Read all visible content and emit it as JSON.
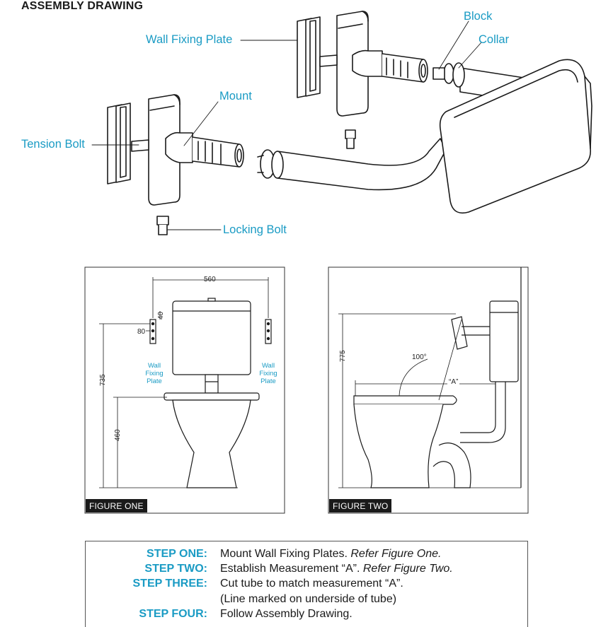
{
  "assembly": {
    "title": "ASSEMBLY DRAWING",
    "callouts": {
      "block": "Block",
      "collar": "Collar",
      "wall_fixing_plate": "Wall Fixing Plate",
      "mount": "Mount",
      "tension_bolt": "Tension Bolt",
      "locking_bolt": "Locking Bolt"
    }
  },
  "figure_one": {
    "label": "FIGURE ONE",
    "dims": {
      "width": "560",
      "top_offset": "40",
      "plate_offset": "80",
      "height_plate": "735",
      "height_seat": "460"
    },
    "plate_label_left": [
      "Wall",
      "Fixing",
      "Plate"
    ],
    "plate_label_right": [
      "Wall",
      "Fixing",
      "Plate"
    ]
  },
  "figure_two": {
    "label": "FIGURE TWO",
    "dims": {
      "height": "775",
      "angle": "100°",
      "measurement": "“A”"
    }
  },
  "steps": [
    {
      "label": "STEP ONE:",
      "text": "Mount Wall Fixing Plates.",
      "ref": "Refer Figure One."
    },
    {
      "label": "STEP TWO:",
      "text": "Establish Measurement “A”.",
      "ref": "Refer Figure Two."
    },
    {
      "label": "STEP THREE:",
      "text": "Cut tube to match measurement “A”.",
      "ref": ""
    },
    {
      "label": "",
      "text": "(Line marked on underside of tube)",
      "ref": ""
    },
    {
      "label": "STEP FOUR:",
      "text": "Follow Assembly Drawing.",
      "ref": ""
    }
  ]
}
